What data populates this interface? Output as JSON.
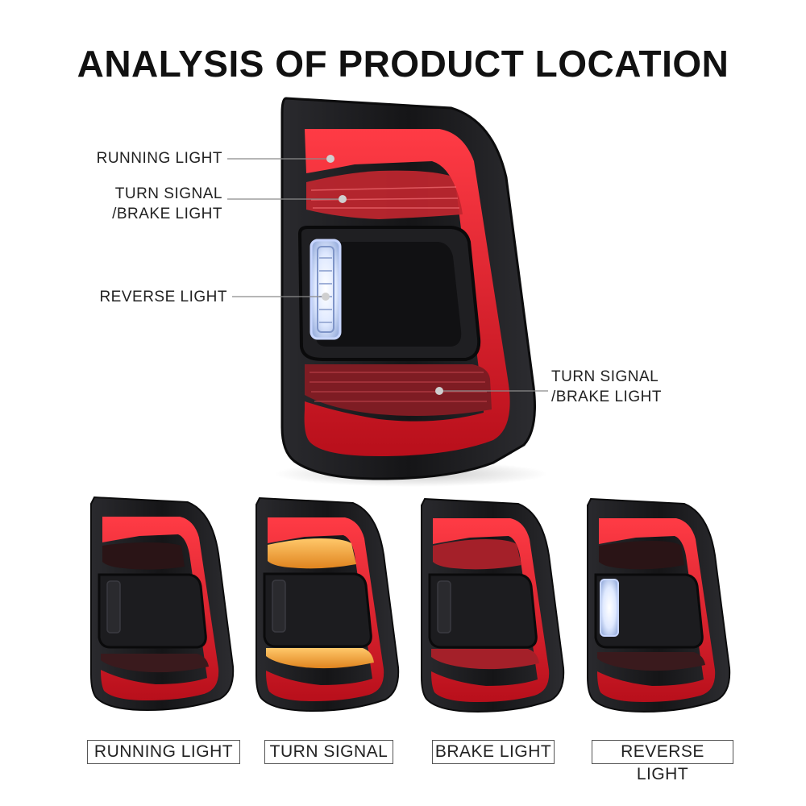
{
  "title": "ANALYSIS OF PRODUCT LOCATION",
  "callouts": {
    "running": "RUNNING LIGHT",
    "turn_upper_line1": "TURN SIGNAL",
    "turn_upper_line2": "/BRAKE LIGHT",
    "reverse": "REVERSE LIGHT",
    "turn_lower_line1": "TURN SIGNAL",
    "turn_lower_line2": "/BRAKE LIGHT"
  },
  "captions": [
    "RUNNING LIGHT",
    "TURN SIGNAL",
    "BRAKE LIGHT",
    "REVERSE LIGHT"
  ],
  "colors": {
    "housing": "#1a1a1c",
    "red": "#d81d2a",
    "amber": "#f0a23a",
    "white": "#eef4ff"
  }
}
